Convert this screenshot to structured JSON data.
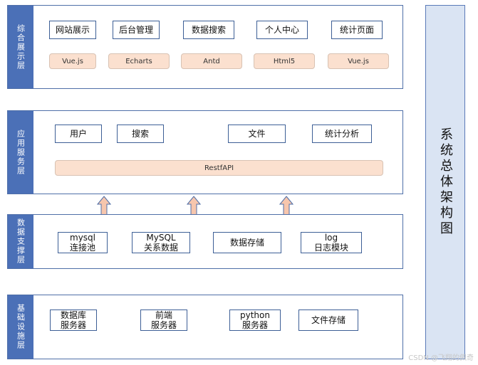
{
  "layers": {
    "presentation": {
      "label": "综合展示层",
      "modules": [
        "网站展示",
        "后台管理",
        "数据搜索",
        "个人中心",
        "统计页面"
      ],
      "techs": [
        "Vue.js",
        "Echarts",
        "Antd",
        "Html5",
        "Vue.js"
      ]
    },
    "application": {
      "label": "应用服务层",
      "modules": [
        "用户",
        "搜索",
        "文件",
        "统计分析"
      ],
      "api": "RestfAPI"
    },
    "data": {
      "label": "数据支撑层",
      "modules": [
        {
          "line1": "mysql",
          "line2": "连接池"
        },
        {
          "line1": "MySQL",
          "line2": "关系数据"
        },
        {
          "line1": "数据存储",
          "line2": ""
        },
        {
          "line1": "log",
          "line2": "日志模块"
        }
      ]
    },
    "infrastructure": {
      "label": "基础设施层",
      "modules": [
        {
          "line1": "数据库",
          "line2": "服务器"
        },
        {
          "line1": "前端",
          "line2": "服务器"
        },
        {
          "line1": "python",
          "line2": "服务器"
        },
        {
          "line1": "文件存储",
          "line2": ""
        }
      ]
    }
  },
  "side_title": "系统总体架构图",
  "watermark": "CSDN @飞翔的佩奇",
  "colors": {
    "layer_label_bg": "#4b70b7",
    "tech_bg": "#fbe0cf",
    "side_bg": "#dae4f3",
    "arrow_fill": "#f7c6ad"
  }
}
